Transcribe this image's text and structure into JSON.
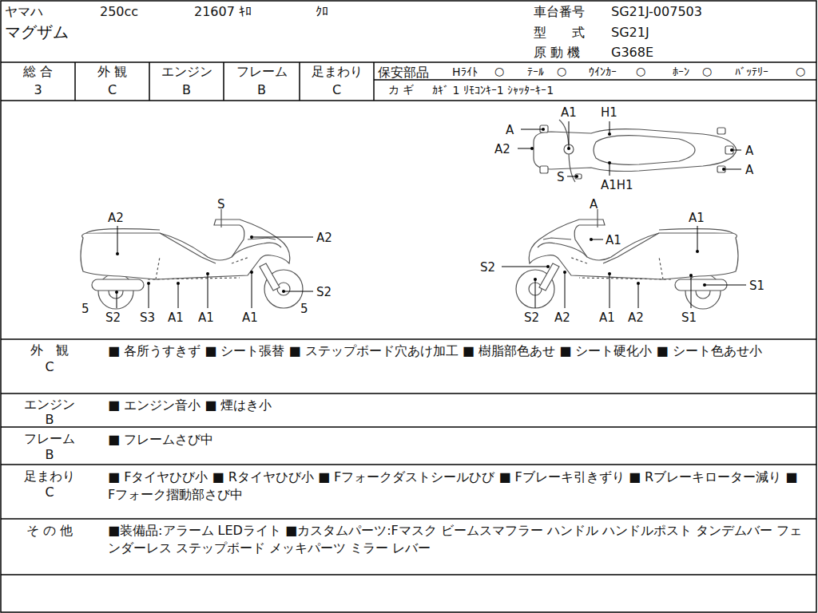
{
  "diagram": {
    "labels": [
      "ヤマハ",
      "250cc",
      "21607 ｷﾛ",
      "ｸﾛ",
      "マグザム",
      "車台番号",
      "SG21J-007503",
      "型　　式",
      "SG21J",
      "原 動 機",
      "G368E",
      "総 合",
      "3",
      "外 観",
      "C",
      "エンジン",
      "B",
      "フレーム",
      "B",
      "足まわり",
      "C",
      "保安部品",
      "Hﾗｲﾄ",
      "○",
      "ﾃｰﾙ",
      "○",
      "ｳｲﾝｶｰ",
      "○",
      "ﾎｰﾝ",
      "○",
      "ﾊﾞｯﾃﾘｰ",
      "○",
      "カ ギ",
      "ｶｷﾞ 1 ﾘﾓｺﾝｷｰ1 ｼｬｯﾀｰｷｰ1",
      "A",
      "A1",
      "H1",
      "A2",
      "A",
      "A",
      "S",
      "A1H1",
      "S",
      "A2",
      "A2",
      "5",
      "S2",
      "S3",
      "A1",
      "A1",
      "A1",
      "S2",
      "5",
      "A",
      "A1",
      "A1",
      "S2",
      "S1",
      "S2",
      "A2",
      "A1",
      "A2",
      "S1",
      "外　観",
      "C",
      "■ 各所うすきず ■ シート張替 ■ ステップボード穴あけ加工 ■ 樹脂部色あせ ■ シート硬化小 ■ シート色あせ小",
      "エンジン",
      "B",
      "■ エンジン音小 ■ 煙はき小",
      "フレーム",
      "B",
      "■ フレームさび中",
      "足まわり",
      "C",
      "■ Fタイヤひび小 ■ Rタイヤひび小 ■ Fフォークダストシールひび ■ Fブレーキ引きずり ■ Rブレーキローター減り ■ Fフォーク摺動部さび中",
      "そ の 他",
      "■装備品:アラーム LEDライト ■カスタムパーツ:Fマスク ビームスマフラー ハンドル ハンドルポスト タンデムバー フェンダーレス ステップボード メッキパーツ ミラー レバー"
    ]
  }
}
